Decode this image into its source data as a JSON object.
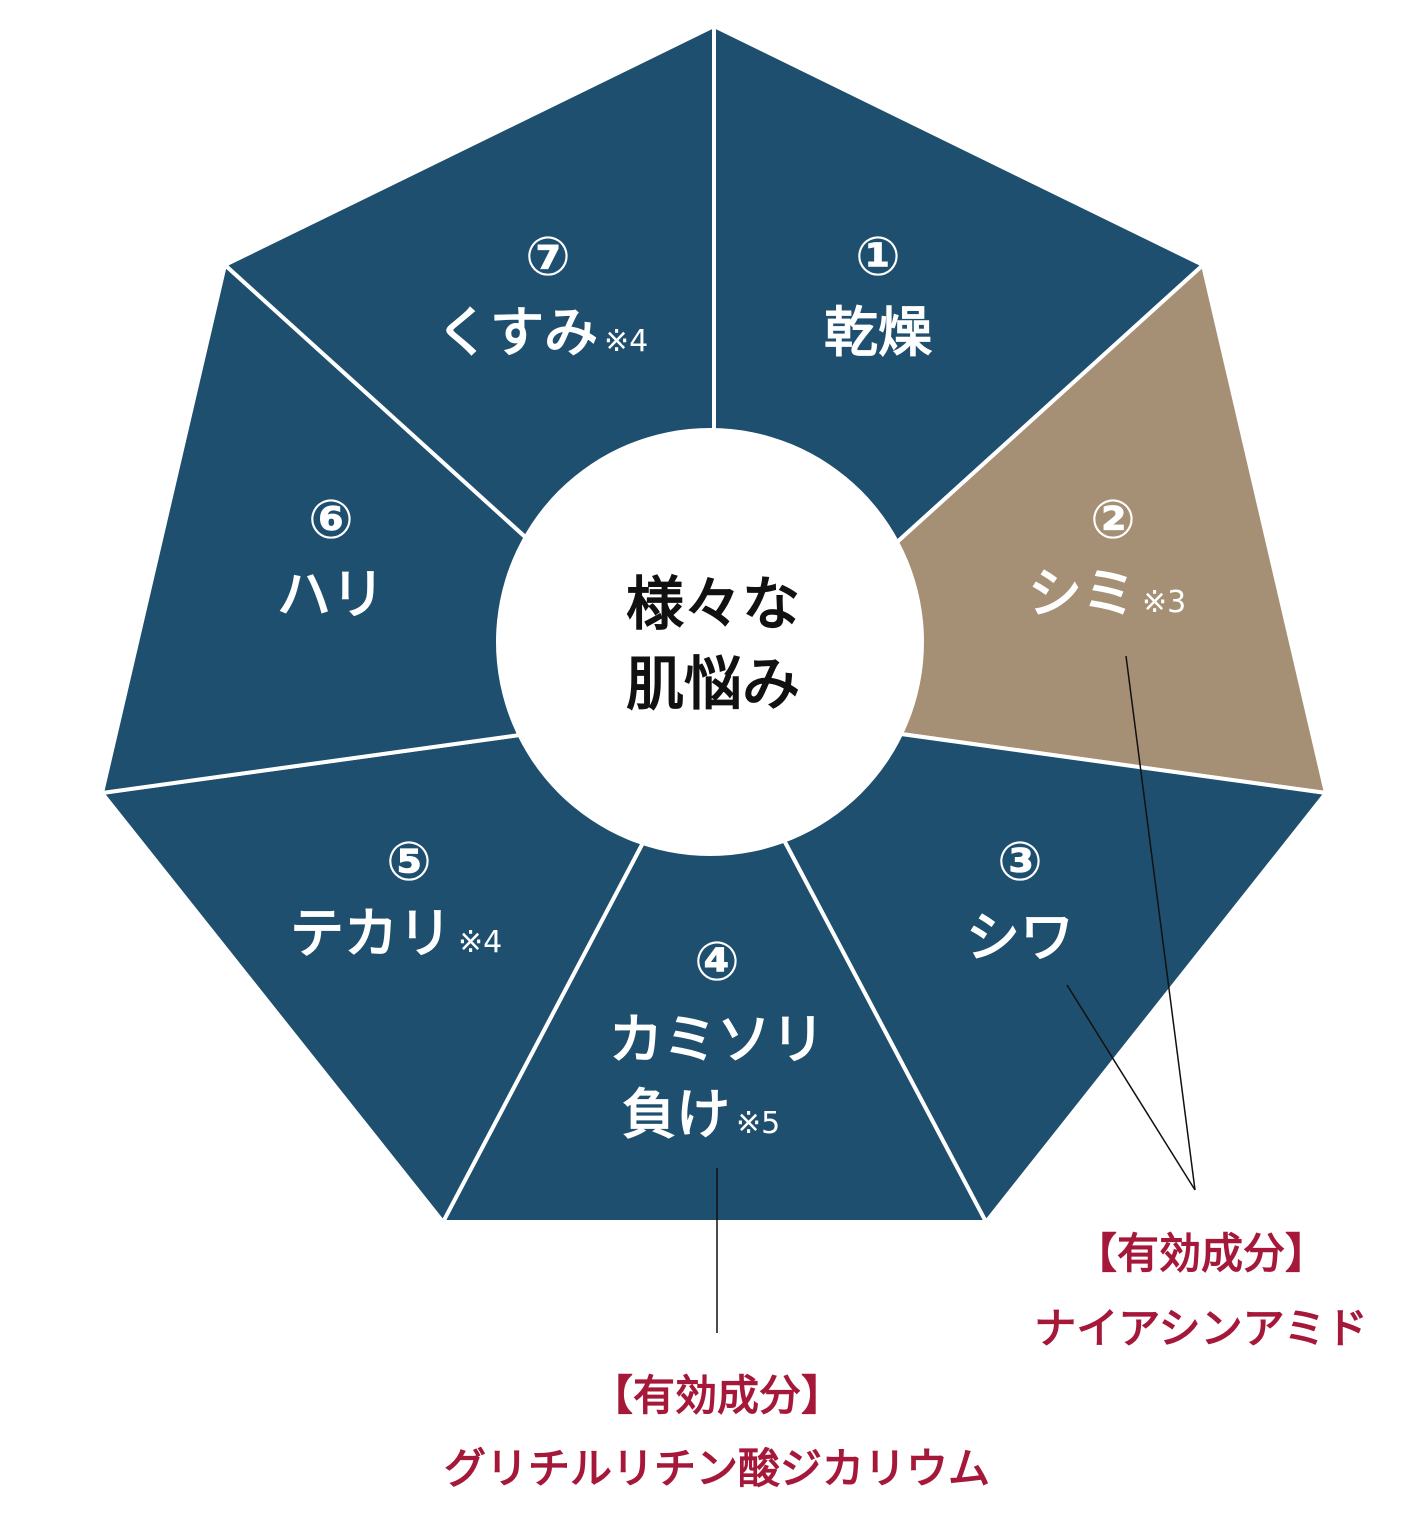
{
  "colors": {
    "segment": "#1e4f6e",
    "highlight": "#a59075",
    "divider": "#ffffff",
    "center_fill": "#ffffff",
    "center_text": "#111111",
    "callout_text": "#a5183a",
    "leader_line": "#111111"
  },
  "center": {
    "line1": "様々な",
    "line2": "肌悩み"
  },
  "segments": [
    {
      "number": "①",
      "line1": "乾燥",
      "note": "",
      "line2": "",
      "note2": "",
      "highlighted": false
    },
    {
      "number": "②",
      "line1": "シミ",
      "note": "※3",
      "line2": "",
      "note2": "",
      "highlighted": true
    },
    {
      "number": "③",
      "line1": "シワ",
      "note": "",
      "line2": "",
      "note2": "",
      "highlighted": false
    },
    {
      "number": "④",
      "line1": "カミソリ",
      "note": "",
      "line2": "負け",
      "note2": "※5",
      "highlighted": false
    },
    {
      "number": "⑤",
      "line1": "テカリ",
      "note": "※4",
      "line2": "",
      "note2": "",
      "highlighted": false
    },
    {
      "number": "⑥",
      "line1": "ハリ",
      "note": "",
      "line2": "",
      "note2": "",
      "highlighted": false
    },
    {
      "number": "⑦",
      "line1": "くすみ",
      "note": "※4",
      "line2": "",
      "note2": "",
      "highlighted": false
    }
  ],
  "callouts": [
    {
      "heading": "【有効成分】",
      "ingredient": "ナイアシンアミド",
      "targets": [
        "②",
        "③"
      ]
    },
    {
      "heading": "【有効成分】",
      "ingredient": "グリチルリチン酸ジカリウム",
      "targets": [
        "④"
      ]
    }
  ]
}
